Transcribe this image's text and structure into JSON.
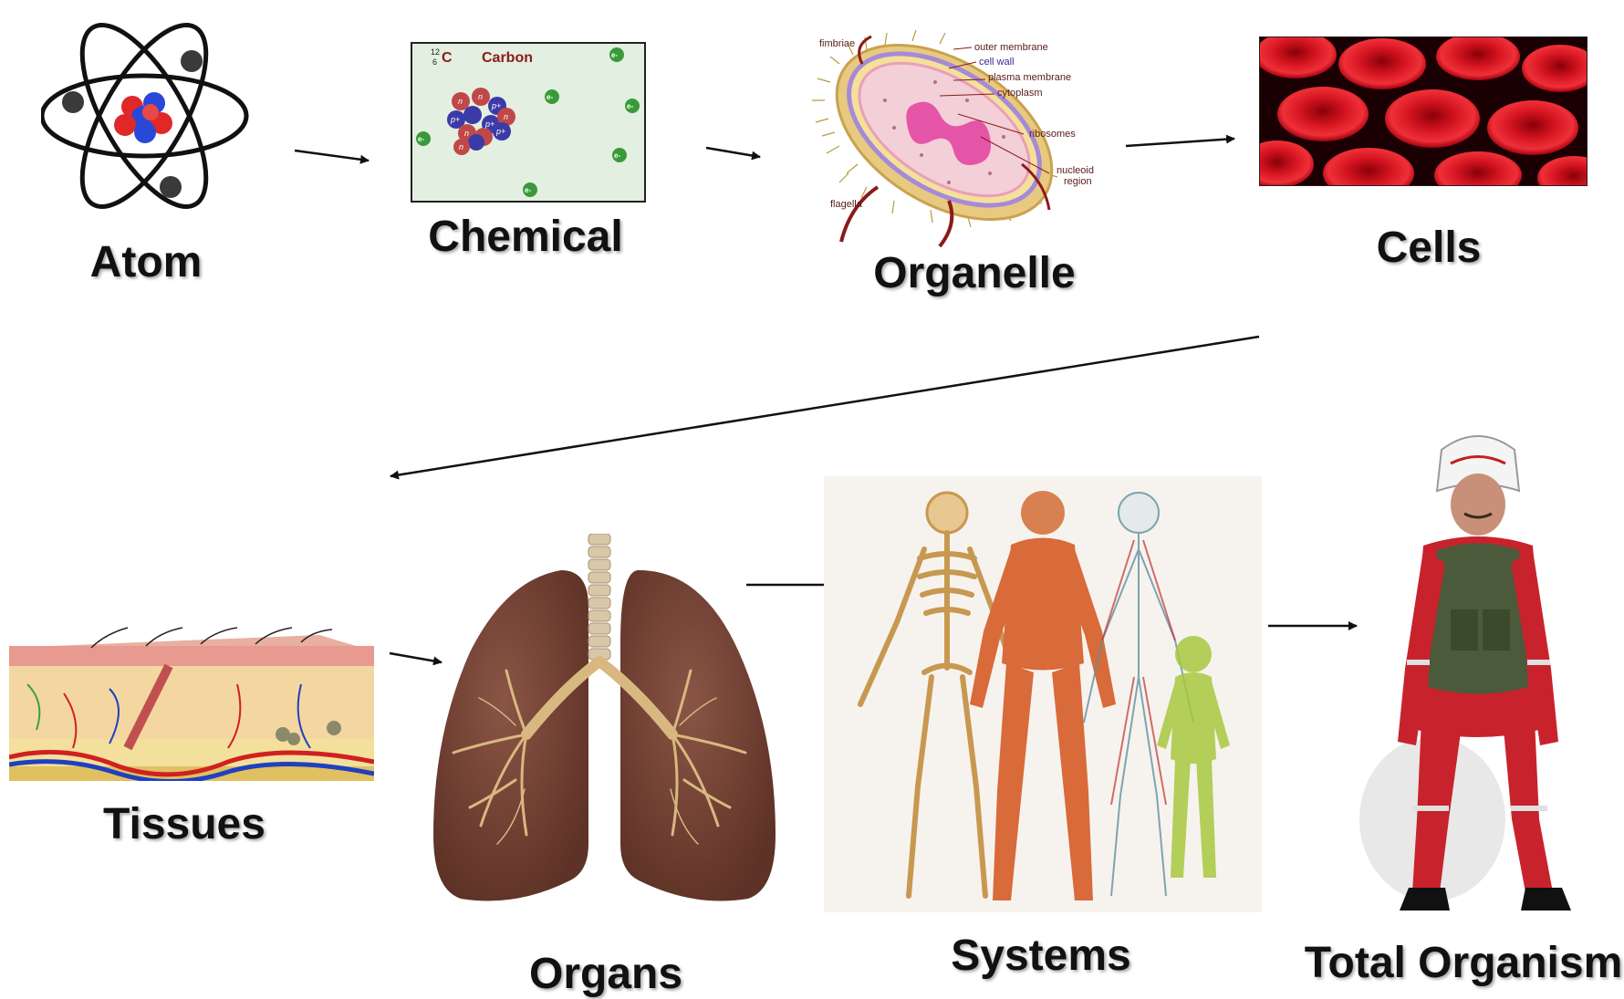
{
  "stages": {
    "atom": "Atom",
    "chemical": "Chemical",
    "organelle": "Organelle",
    "cells": "Cells",
    "tissues": "Tissues",
    "organs": "Organs",
    "systems": "Systems",
    "organism": "Total Organism"
  },
  "chemical_panel": {
    "mass_number": "12",
    "atomic_number": "6",
    "symbol": "C",
    "element_name": "Carbon",
    "electron": "e-",
    "neutron": "n",
    "proton": "p+"
  },
  "organelle_labels": {
    "fimbriae": "fimbriae",
    "outer_membrane": "outer membrane",
    "cell_wall": "cell wall",
    "plasma_membrane": "plasma membrane",
    "cytoplasm": "cytoplasm",
    "ribosomes": "ribosomes",
    "nucleoid_line1": "nucleoid",
    "nucleoid_line2": "region",
    "flagella": "flagella"
  },
  "colors": {
    "arrow": "#111111",
    "blood_red": "#c8101c",
    "chem_bg": "#e3efe0",
    "lung": "#7a4638",
    "suit_red": "#c8232c"
  }
}
